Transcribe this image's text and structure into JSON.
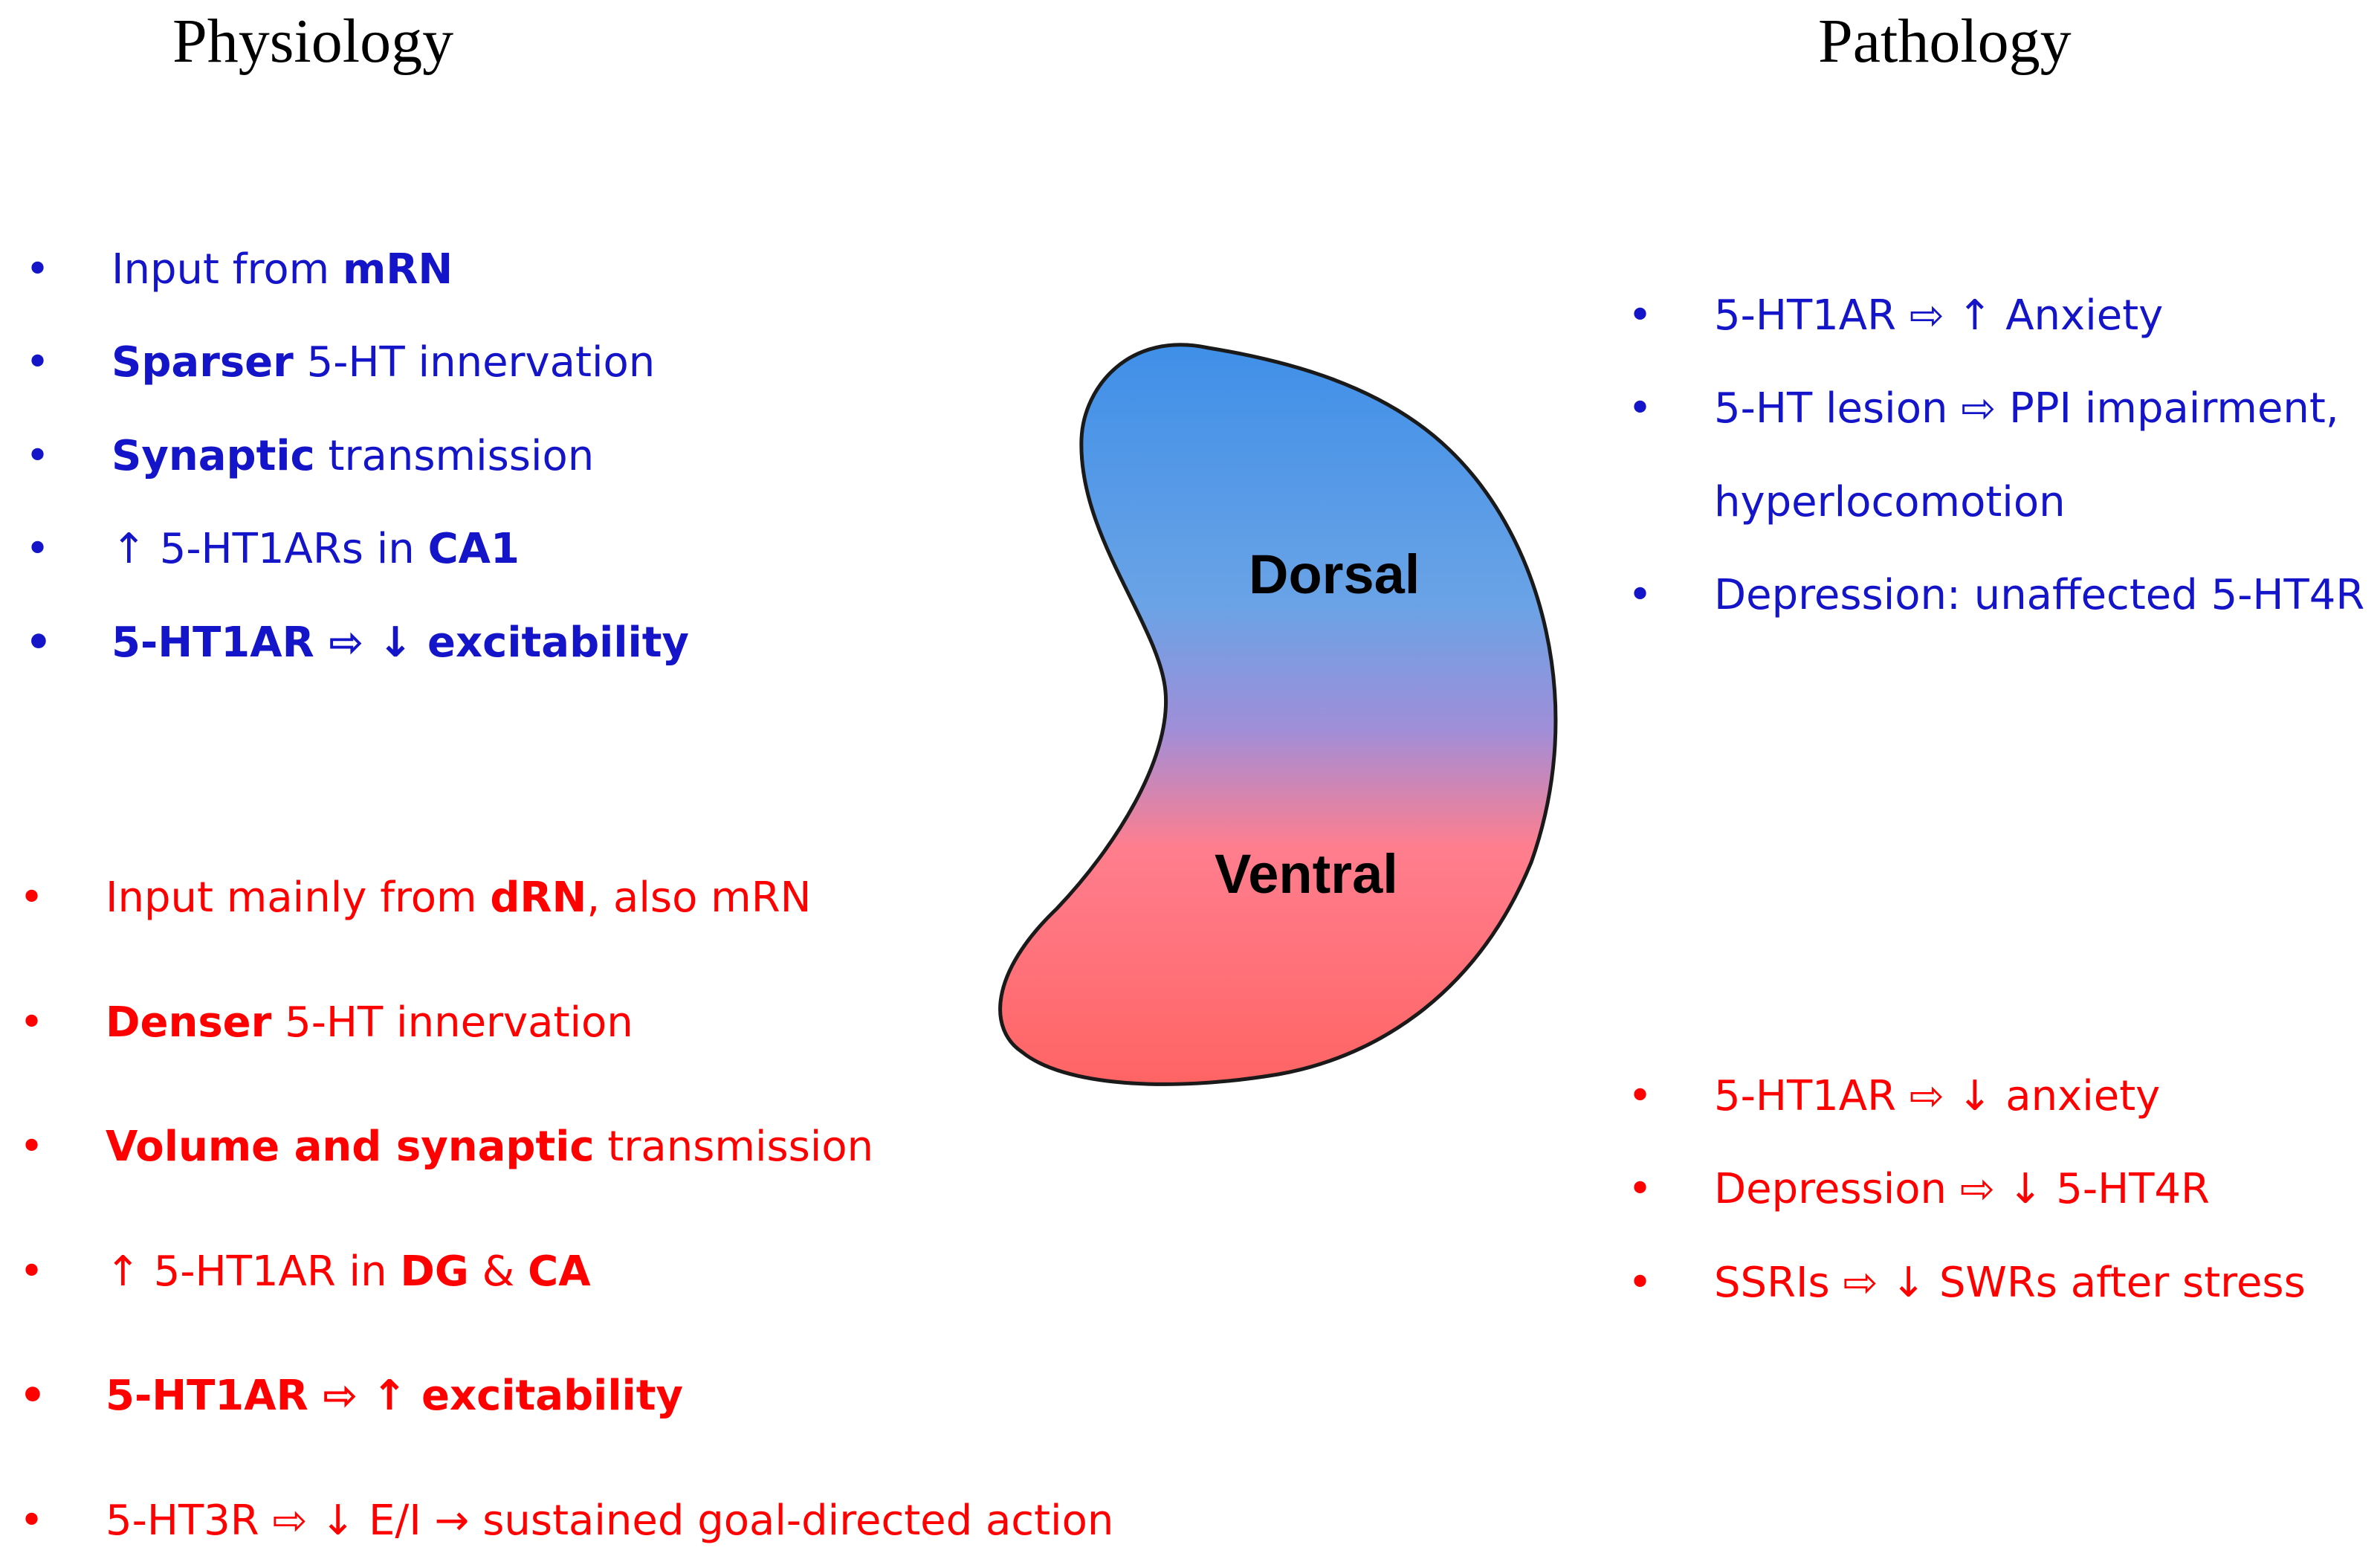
{
  "headings": {
    "left": "Physiology",
    "right": "Pathology"
  },
  "bullet_glyph": "•",
  "shape": {
    "top_label": "Dorsal",
    "bottom_label": "Ventral",
    "colors": {
      "top": "#3f8fe8",
      "middle": "#a08ed8",
      "bottom": "#ff6464",
      "outline": "#1a1a1a"
    }
  },
  "physiology_dorsal": {
    "color": "#1414c8",
    "items": [
      {
        "parts": [
          "Input from ",
          "mRN"
        ]
      },
      {
        "parts": [
          "Sparser",
          " 5-HT innervation"
        ]
      },
      {
        "parts": [
          "Synaptic",
          " transmission"
        ]
      },
      {
        "parts": [
          "↑ 5-HT1ARs in ",
          "CA1"
        ]
      },
      {
        "parts": [
          "5-HT1AR ⇨  ↓ excitability"
        ]
      }
    ]
  },
  "physiology_ventral": {
    "color": "#ff0000",
    "items": [
      {
        "parts": [
          "Input mainly from ",
          "dRN",
          ", also mRN"
        ]
      },
      {
        "parts": [
          "Denser",
          " 5-HT innervation"
        ]
      },
      {
        "parts": [
          "Volume and synaptic",
          " transmission"
        ]
      },
      {
        "parts": [
          "↑ 5-HT1AR in ",
          "DG",
          " & ",
          "CA"
        ]
      },
      {
        "parts": [
          "5-HT1AR ⇨ ↑ excitability"
        ]
      },
      {
        "parts": [
          "5-HT3R ⇨ ↓ E/I → sustained goal-directed action"
        ]
      }
    ]
  },
  "pathology_dorsal": {
    "color": "#1414c8",
    "items": [
      {
        "text": "5-HT1AR ⇨ ↑ Anxiety"
      },
      {
        "text": "5-HT lesion ⇨ PPI  impairment,"
      },
      {
        "text": "hyperlocomotion"
      },
      {
        "text": "Depression: unaffected 5-HT4R"
      }
    ]
  },
  "pathology_ventral": {
    "color": "#ff0000",
    "items": [
      {
        "text": "5-HT1AR ⇨ ↓ anxiety"
      },
      {
        "text": "Depression ⇨ ↓ 5-HT4R"
      },
      {
        "text": "SSRIs ⇨ ↓ SWRs after stress"
      }
    ]
  }
}
